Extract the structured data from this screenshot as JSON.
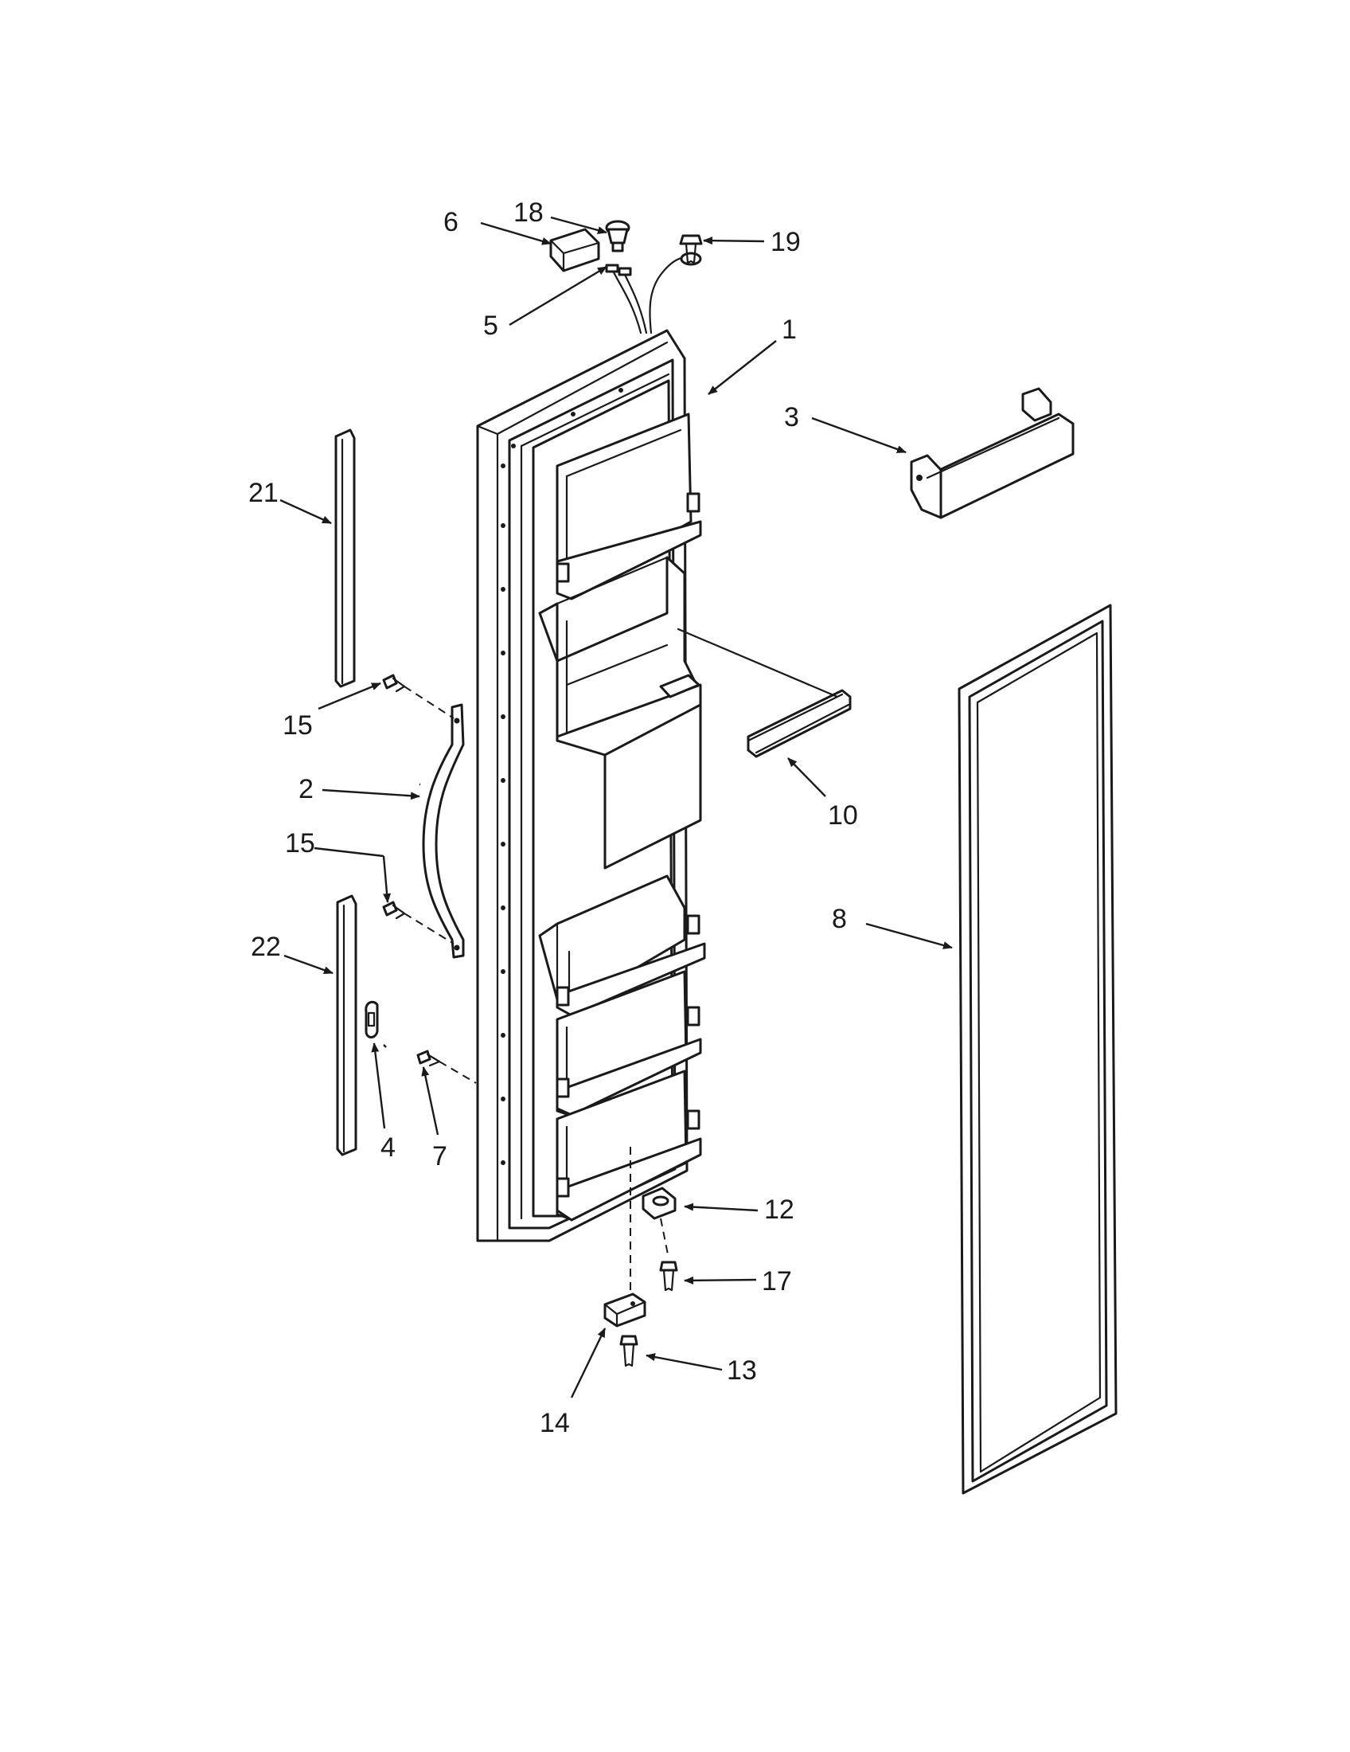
{
  "diagram": {
    "colors": {
      "ink": "#1a1a1a",
      "paper": "#ffffff"
    },
    "callouts": [
      {
        "id": "c1",
        "text": "1"
      },
      {
        "id": "c2",
        "text": "2"
      },
      {
        "id": "c3",
        "text": "3"
      },
      {
        "id": "c4",
        "text": "4"
      },
      {
        "id": "c5",
        "text": "5"
      },
      {
        "id": "c6",
        "text": "6"
      },
      {
        "id": "c7",
        "text": "7"
      },
      {
        "id": "c8",
        "text": "8"
      },
      {
        "id": "c10",
        "text": "10"
      },
      {
        "id": "c12",
        "text": "12"
      },
      {
        "id": "c13",
        "text": "13"
      },
      {
        "id": "c14",
        "text": "14"
      },
      {
        "id": "c15a",
        "text": "15"
      },
      {
        "id": "c15b",
        "text": "15"
      },
      {
        "id": "c17",
        "text": "17"
      },
      {
        "id": "c18",
        "text": "18"
      },
      {
        "id": "c19",
        "text": "19"
      },
      {
        "id": "c21",
        "text": "21"
      },
      {
        "id": "c22",
        "text": "22"
      }
    ]
  }
}
